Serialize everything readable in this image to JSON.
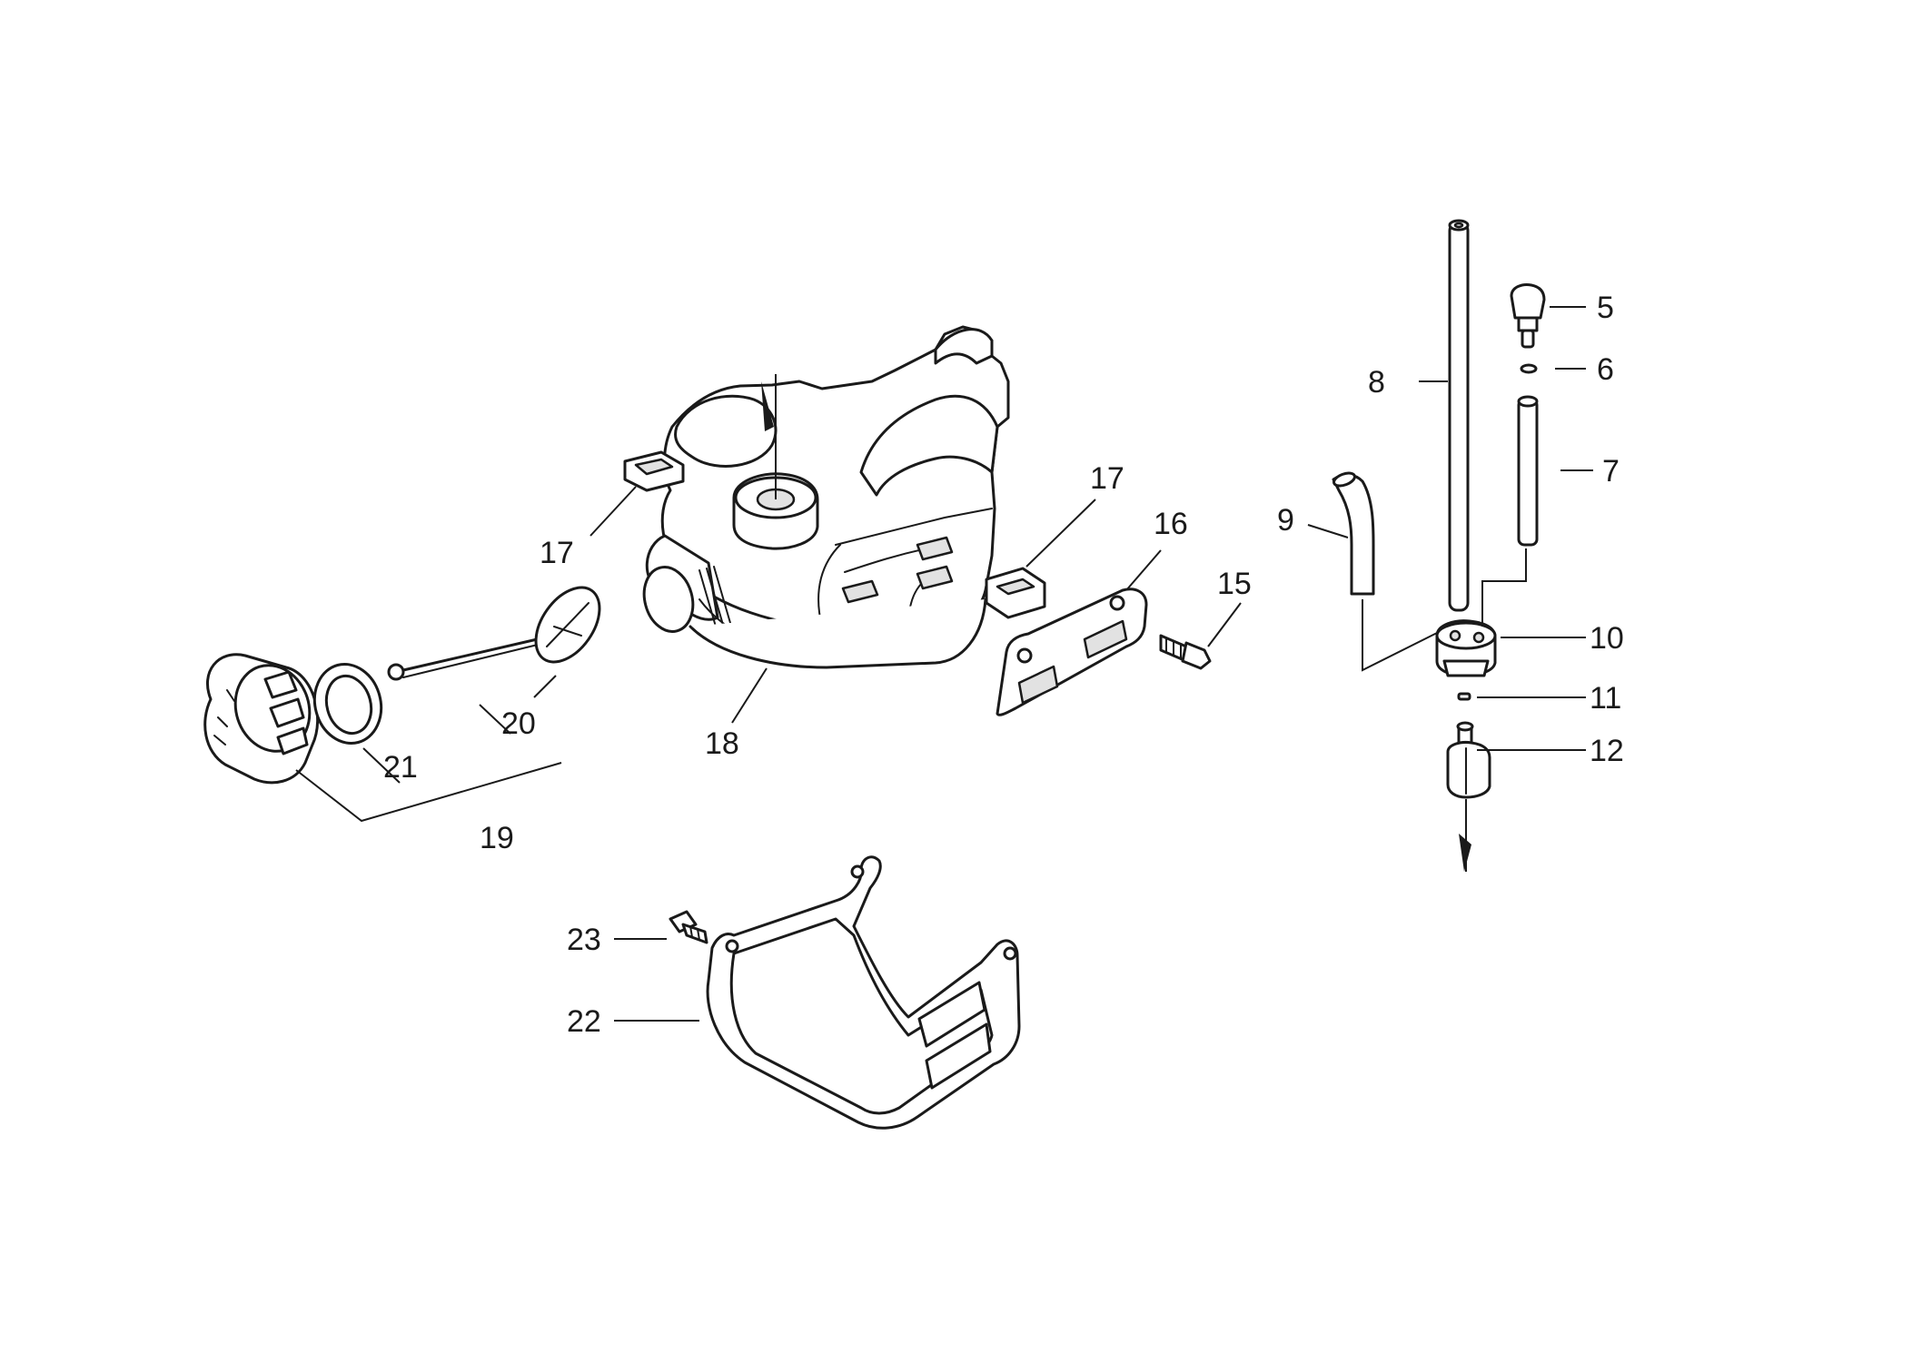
{
  "callouts": {
    "c5": "5",
    "c6": "6",
    "c7": "7",
    "c8": "8",
    "c9": "9",
    "c10": "10",
    "c11": "11",
    "c12": "12",
    "c15": "15",
    "c16": "16",
    "c17a": "17",
    "c17b": "17",
    "c18": "18",
    "c19": "19",
    "c20": "20",
    "c21": "21",
    "c22": "22",
    "c23": "23"
  }
}
